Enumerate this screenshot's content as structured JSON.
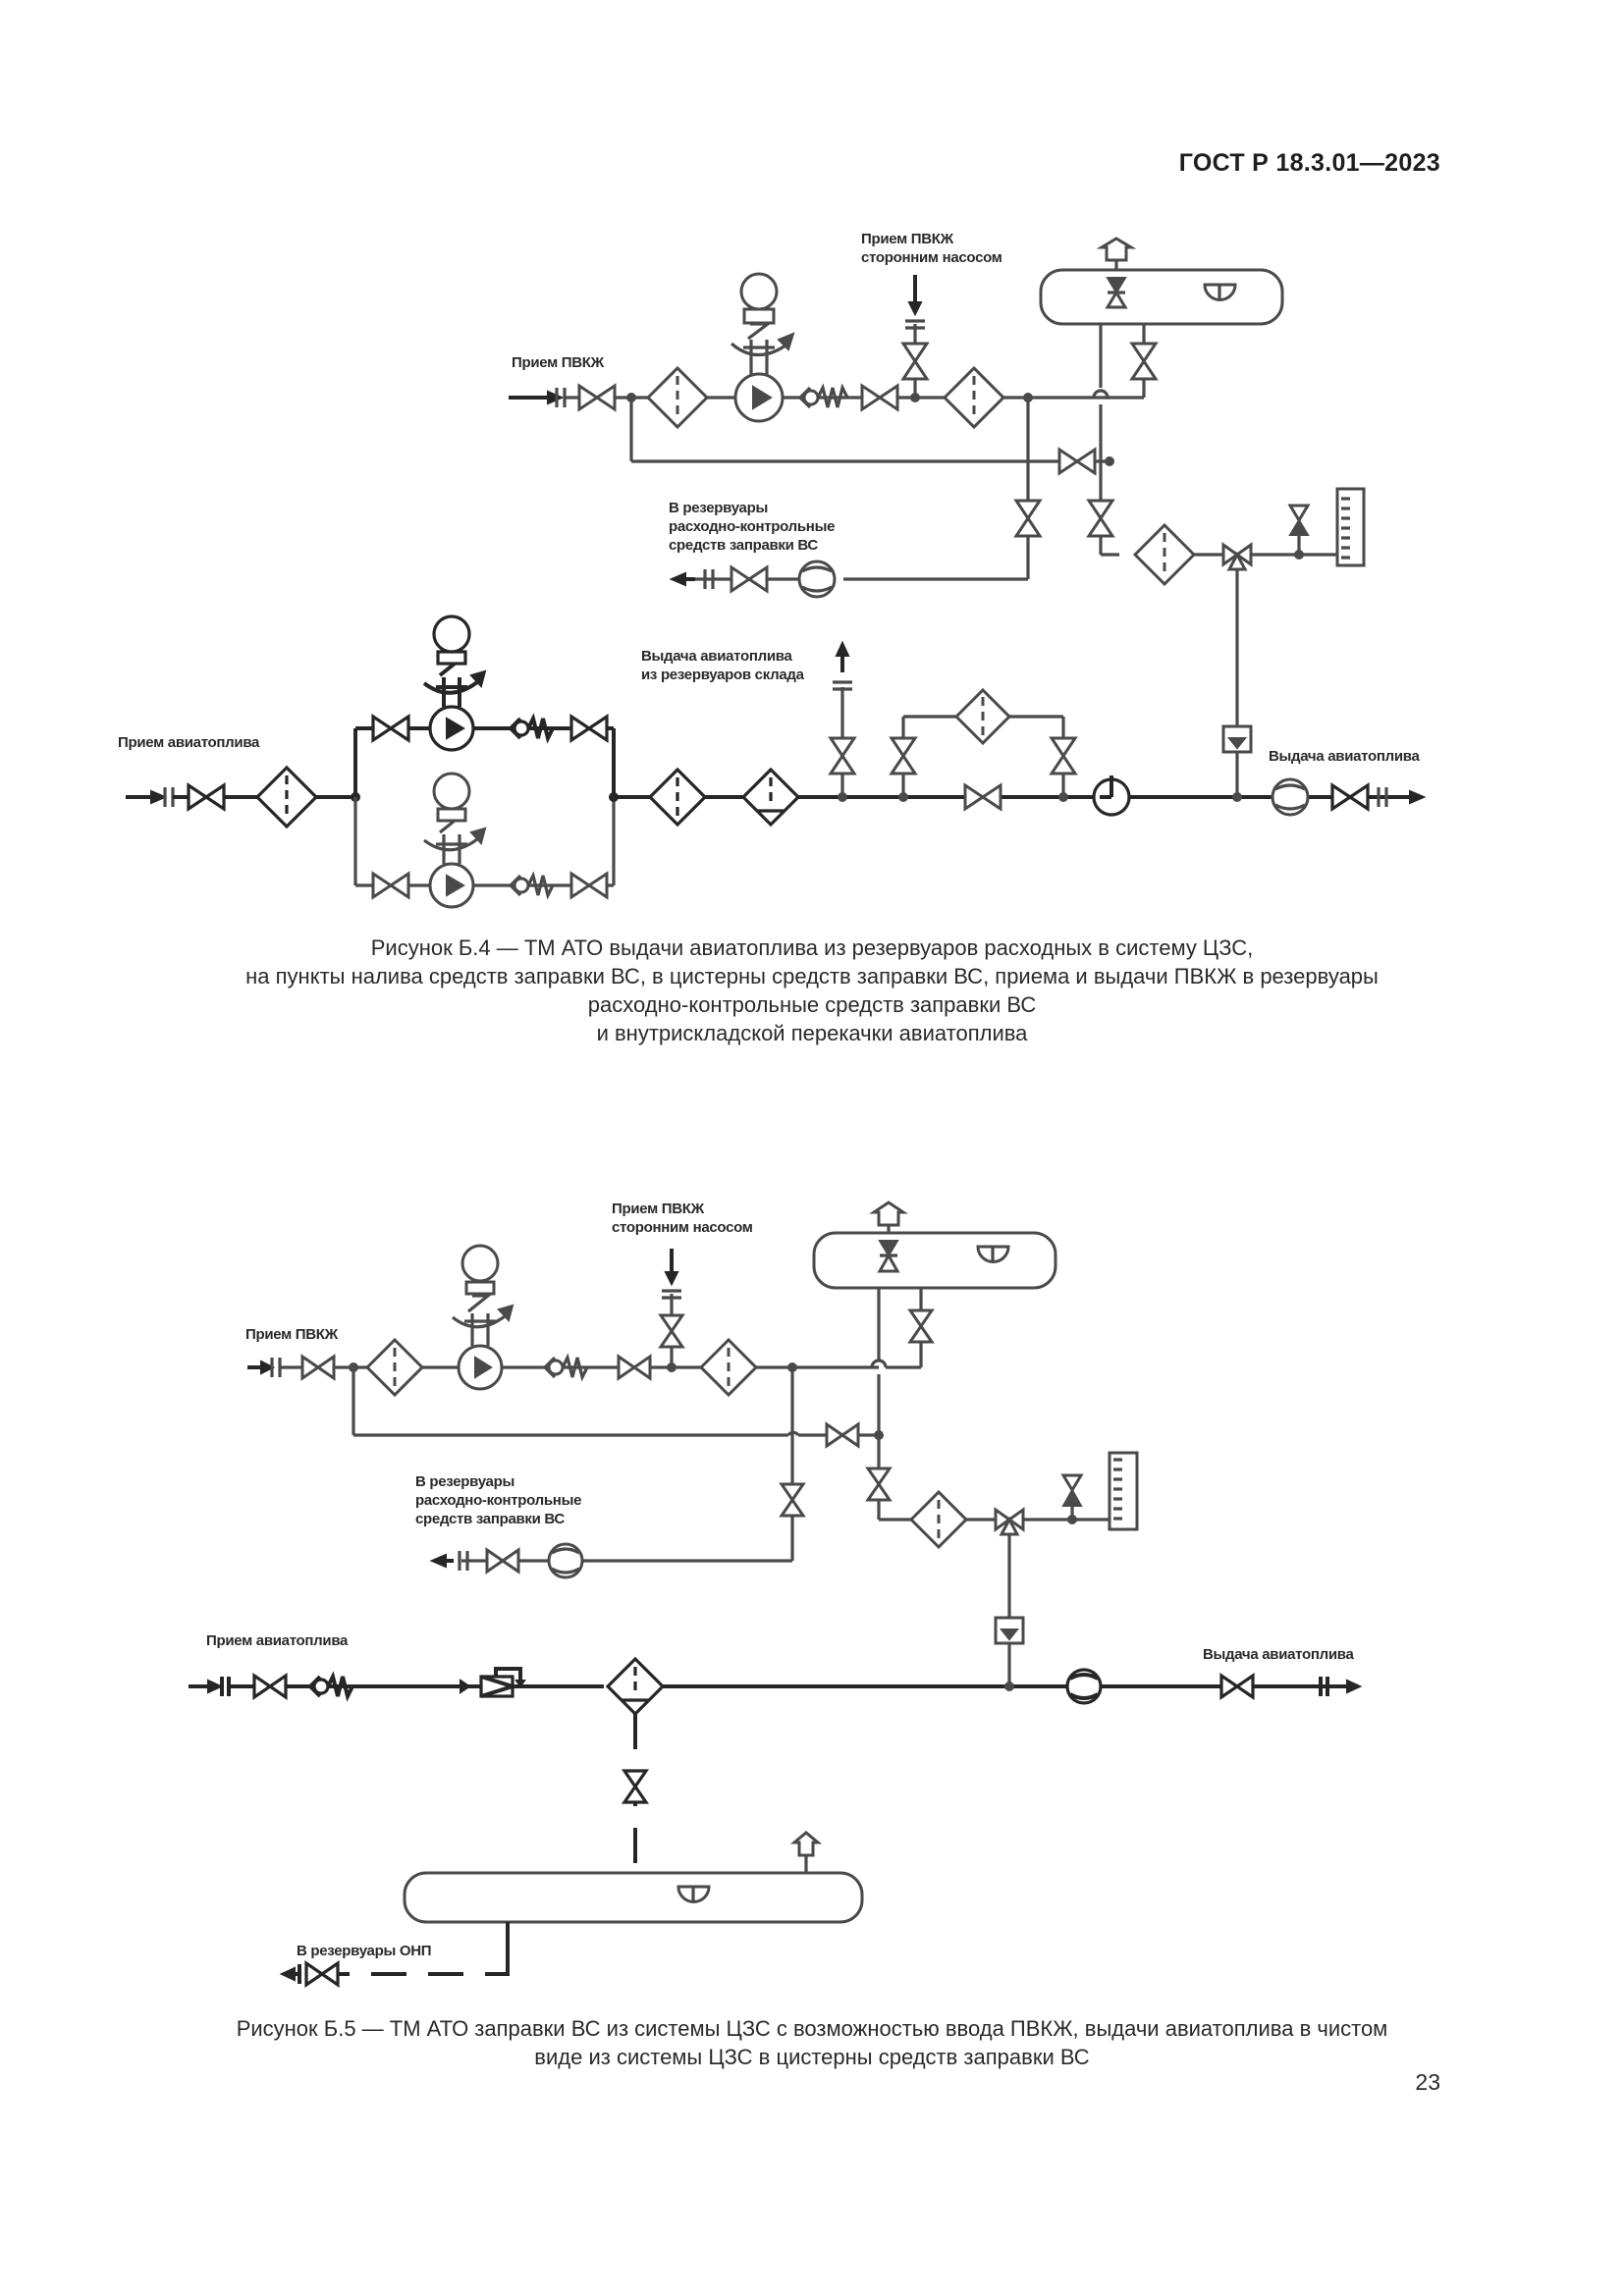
{
  "header": {
    "standard": "ГОСТ Р 18.3.01—2023"
  },
  "figure_b4": {
    "labels": {
      "pvkzh_intake": "Прием ПВКЖ",
      "pvkzh_third_party_line1": "Прием ПВКЖ",
      "pvkzh_third_party_line2": "сторонним насосом",
      "to_tanks_line1": "В резервуары",
      "to_tanks_line2": "расходно-контрольные",
      "to_tanks_line3": "средств заправки ВС",
      "fuel_intake": "Прием авиатоплива",
      "warehouse_issue_line1": "Выдача авиатоплива",
      "warehouse_issue_line2": "из резервуаров склада",
      "fuel_issue": "Выдача авиатоплива"
    },
    "caption": {
      "line1": "Рисунок Б.4 — ТМ АТО выдачи авиатоплива из резервуаров расходных в систему ЦЗС,",
      "line2": "на пункты налива средств заправки ВС, в цистерны средств заправки ВС, приема и выдачи ПВКЖ в резервуары",
      "line3": "расходно-контрольные средств заправки ВС",
      "line4": "и внутрискладской перекачки авиатоплива"
    }
  },
  "figure_b5": {
    "labels": {
      "pvkzh_intake": "Прием ПВКЖ",
      "pvkzh_third_party_line1": "Прием ПВКЖ",
      "pvkzh_third_party_line2": "сторонним насосом",
      "to_tanks_line1": "В резервуары",
      "to_tanks_line2": "расходно-контрольные",
      "to_tanks_line3": "средств заправки ВС",
      "fuel_intake": "Прием авиатоплива",
      "fuel_issue": "Выдача авиатоплива",
      "to_onp_tanks": "В резервуары ОНП"
    },
    "caption": {
      "line1": "Рисунок Б.5 — ТМ АТО заправки ВС из системы ЦЗС с возможностью ввода ПВКЖ, выдачи авиатоплива в чистом",
      "line2": "виде из системы ЦЗС в цистерны средств заправки ВС"
    }
  },
  "footer": {
    "page_number": "23"
  }
}
